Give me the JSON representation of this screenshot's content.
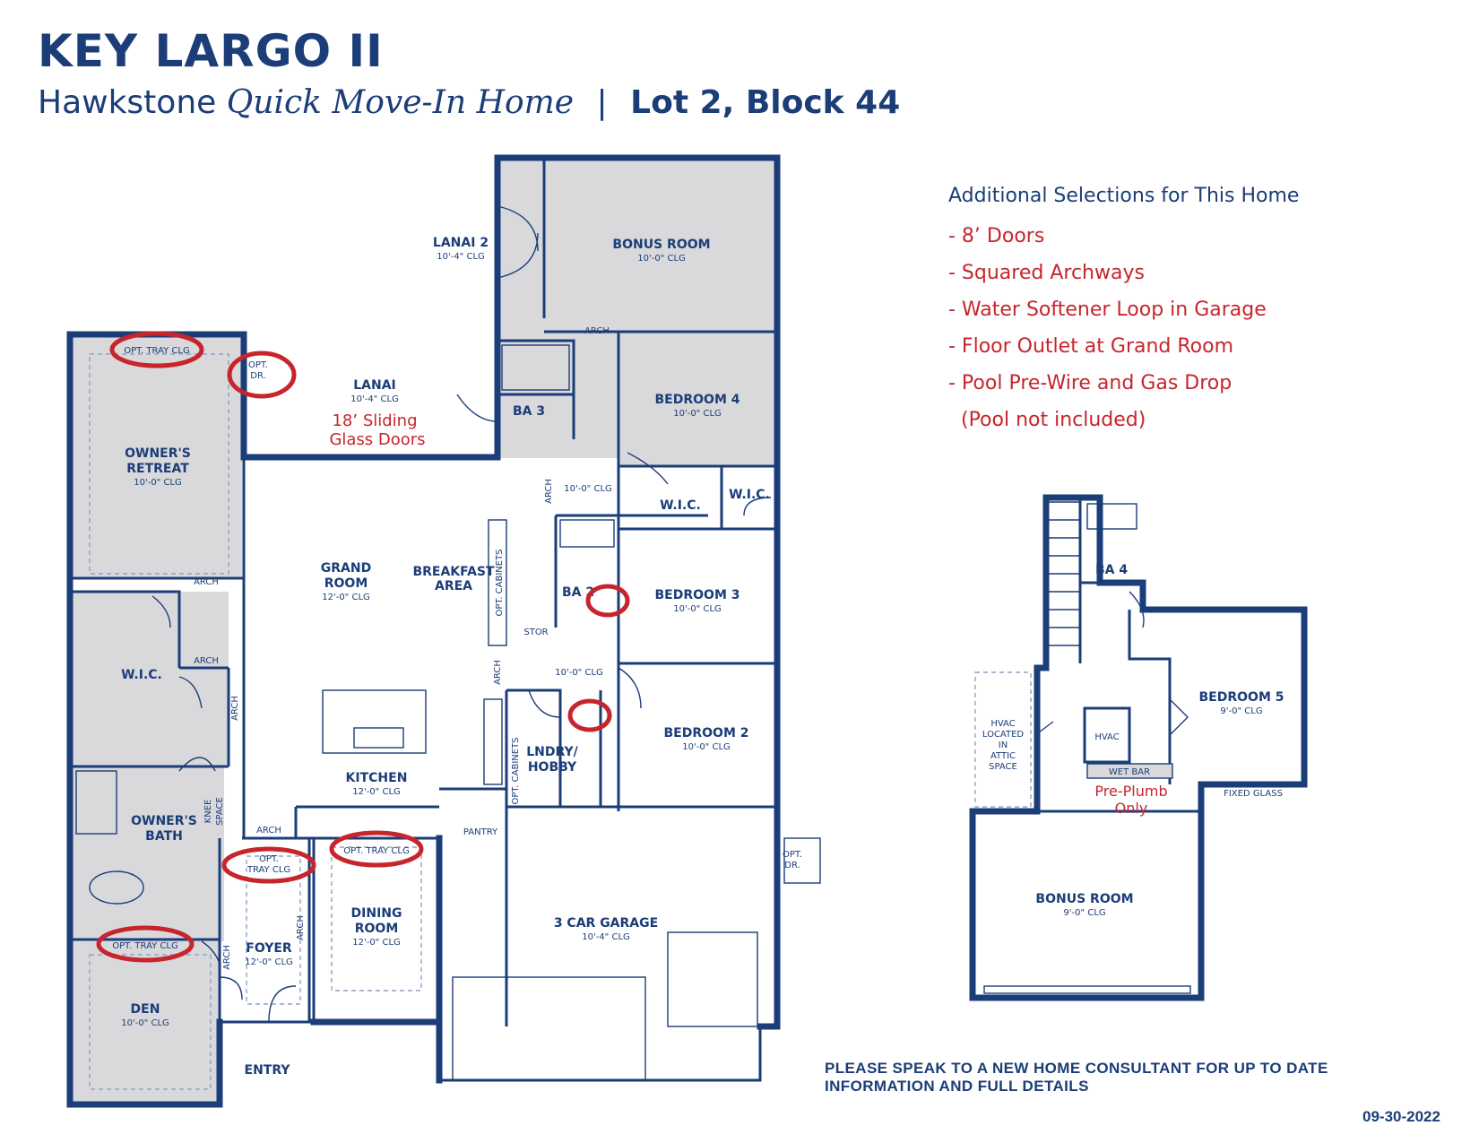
{
  "header": {
    "title": "KEY LARGO II",
    "community": "Hawkstone",
    "home_type": "Quick Move-In Home",
    "separator": "|",
    "lot": "Lot 2, Block 44"
  },
  "selections": {
    "heading": "Additional Selections for This Home",
    "items": [
      "- 8’ Doors",
      "- Squared Archways",
      "- Water Softener Loop in Garage",
      "- Floor Outlet at Grand Room",
      "- Pool Pre-Wire and Gas Drop",
      "  (Pool not included)"
    ]
  },
  "first_floor": {
    "rooms": {
      "lanai2": {
        "name": "LANAI 2",
        "clg": "10'-4\" CLG"
      },
      "bonus": {
        "name": "BONUS ROOM",
        "clg": "10'-0\" CLG"
      },
      "lanai": {
        "name": "LANAI",
        "clg": "10'-4\" CLG"
      },
      "ba3": {
        "name": "BA 3"
      },
      "bedroom4": {
        "name": "BEDROOM 4",
        "clg": "10'-0\" CLG"
      },
      "owners_retreat": {
        "name1": "OWNER'S",
        "name2": "RETREAT",
        "clg": "10'-0\" CLG"
      },
      "grand_room": {
        "name1": "GRAND",
        "name2": "ROOM",
        "clg": "12'-0\" CLG"
      },
      "breakfast": {
        "name1": "BREAKFAST",
        "name2": "AREA"
      },
      "wic1": {
        "name": "W.I.C."
      },
      "wic2": {
        "name": "W.I.C."
      },
      "wic3": {
        "name": "W.I.C."
      },
      "ba2": {
        "name": "BA 2"
      },
      "bedroom3": {
        "name": "BEDROOM 3",
        "clg": "10'-0\" CLG"
      },
      "stor": {
        "name": "STOR"
      },
      "kitchen": {
        "name": "KITCHEN",
        "clg": "12'-0\" CLG"
      },
      "lndry": {
        "name1": "LNDRY/",
        "name2": "HOBBY"
      },
      "bedroom2": {
        "name": "BEDROOM 2",
        "clg": "10'-0\" CLG"
      },
      "owners_bath": {
        "name1": "OWNER'S",
        "name2": "BATH"
      },
      "dining": {
        "name1": "DINING",
        "name2": "ROOM",
        "clg": "12'-0\" CLG"
      },
      "foyer": {
        "name": "FOYER",
        "clg": "12'-0\" CLG"
      },
      "garage": {
        "name": "3 CAR GARAGE",
        "clg": "10'-4\" CLG"
      },
      "den": {
        "name": "DEN",
        "clg": "10'-0\" CLG"
      },
      "entry": {
        "name": "ENTRY"
      }
    },
    "small_labels": {
      "arch": "ARCH",
      "pantry": "PANTRY",
      "knee": "KNEE",
      "space": "SPACE",
      "opt_cabinets": "OPT. CABINETS",
      "clg_10": "10'-0\" CLG",
      "opt_tray_clg": "OPT. TRAY CLG",
      "opt": "OPT.",
      "tray_clg": "TRAY CLG",
      "dr": "DR."
    },
    "callouts": {
      "sliding1": "18’ Sliding",
      "sliding2": "Glass Doors"
    }
  },
  "second_floor": {
    "rooms": {
      "ba4": {
        "name": "BA 4"
      },
      "bedroom5": {
        "name": "BEDROOM 5",
        "clg": "9'-0\" CLG"
      },
      "hvac": {
        "name": "HVAC"
      },
      "hvac_attic": [
        "HVAC",
        "LOCATED",
        "IN",
        "ATTIC",
        "SPACE"
      ],
      "wet_bar": {
        "name": "WET BAR"
      },
      "fixed_glass": {
        "name": "FIXED GLASS"
      },
      "bonus": {
        "name": "BONUS ROOM",
        "clg": "9'-0\" CLG"
      }
    },
    "callouts": {
      "preplumb1": "Pre-Plumb",
      "preplumb2": "Only"
    }
  },
  "footer": {
    "notice_line1": "PLEASE SPEAK TO A NEW HOME CONSULTANT FOR UP TO DATE",
    "notice_line2": "INFORMATION AND FULL DETAILS",
    "date": "09-30-2022"
  },
  "colors": {
    "brand_navy": "#1b3d78",
    "callout_red": "#c7252c",
    "room_gray": "#d9d9db"
  }
}
